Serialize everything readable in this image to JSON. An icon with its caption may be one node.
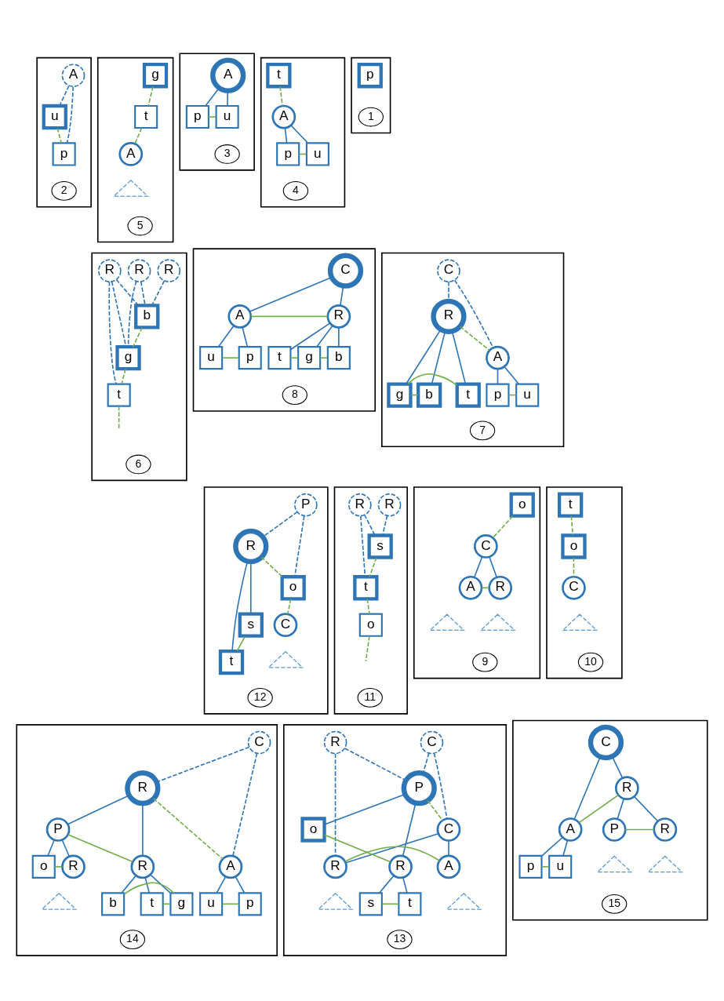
{
  "diagram": {
    "nodes": [
      {
        "text": [],
        "shape": "box"
      },
      {
        "text": [
          "p"
        ],
        "in": 0
      },
      {
        "text": [
          "1"
        ],
        "in": 0
      },
      {
        "text": [],
        "shape": "box"
      },
      {
        "text": [
          "A"
        ],
        "in": 3
      },
      {
        "text": [
          "u"
        ],
        "in": 3
      },
      {
        "text": [
          "p"
        ],
        "in": 3
      },
      {
        "text": [
          "2"
        ],
        "in": 3
      },
      {
        "text": [],
        "shape": "box"
      },
      {
        "text": [
          "A"
        ],
        "in": 8
      },
      {
        "text": [
          "p"
        ],
        "in": 8
      },
      {
        "text": [
          "u"
        ],
        "in": 8
      },
      {
        "text": [
          "3"
        ],
        "in": 8
      },
      {
        "text": [],
        "shape": "box"
      },
      {
        "text": [
          "t"
        ],
        "in": 13
      },
      {
        "text": [
          "A"
        ],
        "in": 13
      },
      {
        "text": [
          "p"
        ],
        "in": 13
      },
      {
        "text": [
          "u"
        ],
        "in": 13
      },
      {
        "text": [
          "4"
        ],
        "in": 13
      },
      {
        "text": [],
        "shape": "box"
      },
      {
        "text": [
          "g"
        ],
        "in": 19
      },
      {
        "text": [
          "t"
        ],
        "in": 19
      },
      {
        "text": [
          "A"
        ],
        "in": 19
      },
      {
        "text": [],
        "shape": "triangle",
        "in": 19
      },
      {
        "text": [
          "5"
        ],
        "in": 19
      },
      {
        "text": [],
        "shape": "box"
      },
      {
        "text": [
          "R"
        ],
        "in": 25
      },
      {
        "text": [
          "R"
        ],
        "in": 25
      },
      {
        "text": [
          "b"
        ],
        "in": 25
      },
      {
        "text": [
          "R"
        ],
        "in": 25
      },
      {
        "text": [
          "g"
        ],
        "in": 25
      },
      {
        "text": [
          "t"
        ],
        "in": 25
      },
      {
        "text": [
          "6"
        ],
        "in": 25
      },
      {
        "text": [],
        "shape": "box"
      },
      {
        "text": [
          "C"
        ],
        "in": 33
      },
      {
        "text": [
          "R"
        ],
        "in": 33
      },
      {
        "text": [
          "A"
        ],
        "in": 33
      },
      {
        "text": [
          "t"
        ],
        "in": 33
      },
      {
        "text": [
          "g"
        ],
        "in": 33
      },
      {
        "text": [
          "b"
        ],
        "in": 33
      },
      {
        "text": [
          "p"
        ],
        "in": 33
      },
      {
        "text": [
          "u"
        ],
        "in": 33
      },
      {
        "text": [
          "7"
        ],
        "in": 33
      },
      {
        "text": [],
        "shape": "box"
      },
      {
        "text": [
          "C"
        ],
        "in": 43
      },
      {
        "text": [
          "A"
        ],
        "in": 43
      },
      {
        "text": [
          "R"
        ],
        "in": 43
      },
      {
        "text": [
          "p"
        ],
        "in": 43
      },
      {
        "text": [
          "u"
        ],
        "in": 43
      },
      {
        "text": [
          "t"
        ],
        "in": 43
      },
      {
        "text": [
          "g"
        ],
        "in": 43
      },
      {
        "text": [
          "b"
        ],
        "in": 43
      },
      {
        "text": [
          "8"
        ],
        "in": 43
      },
      {
        "text": [],
        "shape": "box"
      },
      {
        "text": [
          "o"
        ],
        "in": 53
      },
      {
        "text": [
          "C"
        ],
        "in": 53
      },
      {
        "text": [
          "A"
        ],
        "in": 53
      },
      {
        "text": [
          "R"
        ],
        "in": 53
      },
      {
        "text": [],
        "shape": "triangle",
        "in": 53
      },
      {
        "text": [],
        "shape": "triangle",
        "in": 53
      },
      {
        "text": [
          "9"
        ],
        "in": 53
      },
      {
        "text": [],
        "shape": "box"
      },
      {
        "text": [
          "t"
        ],
        "in": 61
      },
      {
        "text": [
          "o"
        ],
        "in": 61
      },
      {
        "text": [
          "C"
        ],
        "in": 61
      },
      {
        "text": [],
        "shape": "triangle",
        "in": 61
      },
      {
        "text": [
          "10"
        ],
        "in": 61
      },
      {
        "text": [],
        "shape": "box"
      },
      {
        "text": [
          "R"
        ],
        "in": 67
      },
      {
        "text": [
          "R"
        ],
        "in": 67
      },
      {
        "text": [
          "s"
        ],
        "in": 67
      },
      {
        "text": [
          "t"
        ],
        "in": 67
      },
      {
        "text": [
          "o"
        ],
        "in": 67
      },
      {
        "text": [
          "11"
        ],
        "in": 67
      },
      {
        "text": [],
        "shape": "box"
      },
      {
        "text": [
          "P"
        ],
        "in": 74
      },
      {
        "text": [
          "R"
        ],
        "in": 74
      },
      {
        "text": [
          "o"
        ],
        "in": 74
      },
      {
        "text": [
          "t"
        ],
        "in": 74
      },
      {
        "text": [
          "s"
        ],
        "in": 74
      },
      {
        "text": [
          "C"
        ],
        "in": 74
      },
      {
        "text": [],
        "shape": "triangle",
        "in": 74
      },
      {
        "text": [
          "12"
        ],
        "in": 74
      },
      {
        "text": [],
        "shape": "box"
      },
      {
        "text": [
          "C"
        ],
        "in": 83
      },
      {
        "text": [
          "P"
        ],
        "in": 83
      },
      {
        "text": [
          "R"
        ],
        "in": 83
      },
      {
        "text": [
          "C"
        ],
        "in": 83
      },
      {
        "text": [
          "o"
        ],
        "in": 83
      },
      {
        "text": [
          "R"
        ],
        "in": 83
      },
      {
        "text": [
          "A"
        ],
        "in": 83
      },
      {
        "text": [
          "R"
        ],
        "in": 83
      },
      {
        "text": [
          "t"
        ],
        "in": 83
      },
      {
        "text": [
          "s"
        ],
        "in": 83
      },
      {
        "text": [],
        "shape": "triangle",
        "in": 83
      },
      {
        "text": [],
        "shape": "triangle",
        "in": 83
      },
      {
        "text": [
          "13"
        ],
        "in": 83
      },
      {
        "text": [],
        "shape": "box"
      },
      {
        "text": [
          "C"
        ],
        "in": 97
      },
      {
        "text": [
          "R"
        ],
        "in": 97
      },
      {
        "text": [
          "A"
        ],
        "in": 97
      },
      {
        "text": [
          "R"
        ],
        "in": 97
      },
      {
        "text": [
          "P"
        ],
        "in": 97
      },
      {
        "text": [
          "p"
        ],
        "in": 97
      },
      {
        "text": [
          "u"
        ],
        "in": 97
      },
      {
        "text": [
          "t"
        ],
        "in": 97
      },
      {
        "text": [
          "g"
        ],
        "in": 97
      },
      {
        "text": [
          "b"
        ],
        "in": 97
      },
      {
        "text": [
          "o"
        ],
        "in": 97
      },
      {
        "text": [
          "R"
        ],
        "in": 97
      },
      {
        "text": [],
        "shape": "triangle",
        "in": 97
      },
      {
        "text": [
          "14"
        ],
        "in": 97
      },
      {
        "text": [],
        "shape": "box"
      },
      {
        "text": [
          "C"
        ],
        "in": 112
      },
      {
        "text": [
          "A"
        ],
        "in": 112
      },
      {
        "text": [
          "R"
        ],
        "in": 112
      },
      {
        "text": [
          "p"
        ],
        "in": 112
      },
      {
        "text": [
          "u"
        ],
        "in": 112
      },
      {
        "text": [
          "R"
        ],
        "in": 112
      },
      {
        "text": [
          "P"
        ],
        "in": 112
      },
      {
        "text": [],
        "shape": "triangle",
        "in": 112
      },
      {
        "text": [],
        "shape": "triangle",
        "in": 112
      },
      {
        "text": [
          "15"
        ],
        "in": 112
      }
    ],
    "edges": [
      {
        "from": 4,
        "to": 5,
        "arrow": "none",
        "style": "dashed"
      },
      {
        "from": 4,
        "to": 6,
        "arrow": "none",
        "style": "dashed"
      },
      {
        "from": 5,
        "to": 6,
        "arrow": "none",
        "style": "dashed",
        "color": "#70ad47"
      },
      {
        "from": 9,
        "to": 10,
        "arrow": "none"
      },
      {
        "from": 9,
        "to": 11,
        "arrow": "none"
      },
      {
        "from": 10,
        "to": 11,
        "arrow": "none",
        "color": "#70ad47"
      },
      {
        "from": 14,
        "to": 15,
        "arrow": "none",
        "style": "dashed",
        "color": "#70ad47"
      },
      {
        "from": 15,
        "to": 16,
        "arrow": "none"
      },
      {
        "from": 15,
        "to": 17,
        "arrow": "none"
      },
      {
        "from": 16,
        "to": 17,
        "arrow": "none",
        "color": "#70ad47"
      },
      {
        "from": 20,
        "to": 21,
        "arrow": "none",
        "style": "dashed",
        "color": "#70ad47"
      },
      {
        "from": 21,
        "to": 22,
        "arrow": "none",
        "style": "dashed",
        "color": "#70ad47"
      },
      {
        "from": 26,
        "to": 28,
        "arrow": "none",
        "style": "dashed"
      },
      {
        "from": 27,
        "to": 28,
        "arrow": "none",
        "style": "dashed"
      },
      {
        "from": 27,
        "to": 30,
        "arrow": "none",
        "style": "dashed"
      },
      {
        "from": 29,
        "to": 28,
        "arrow": "none",
        "style": "dashed"
      },
      {
        "from": 29,
        "to": 30,
        "arrow": "none",
        "style": "dashed"
      },
      {
        "from": 29,
        "to": 31,
        "arrow": "none",
        "style": "dashed"
      },
      {
        "from": 28,
        "to": 30,
        "arrow": "none",
        "style": "dashed",
        "color": "#70ad47"
      },
      {
        "from": 30,
        "to": 31,
        "arrow": "none",
        "style": "dashed",
        "color": "#70ad47"
      },
      {
        "from": 31,
        "to": null,
        "arrow": "none",
        "style": "dashed",
        "color": "#70ad47"
      },
      {
        "from": 34,
        "to": 35,
        "arrow": "none",
        "style": "dashed"
      },
      {
        "from": 34,
        "to": 36,
        "arrow": "none",
        "style": "dashed"
      },
      {
        "from": 35,
        "to": 36,
        "arrow": "none",
        "style": "dashed",
        "color": "#70ad47"
      },
      {
        "from": 35,
        "to": 37,
        "arrow": "none"
      },
      {
        "from": 35,
        "to": 38,
        "arrow": "none"
      },
      {
        "from": 35,
        "to": 39,
        "arrow": "none"
      },
      {
        "from": 37,
        "to": 38,
        "arrow": "none",
        "color": "#70ad47"
      },
      {
        "from": 38,
        "to": 39,
        "arrow": "none",
        "color": "#70ad47"
      },
      {
        "from": 36,
        "to": 40,
        "arrow": "none"
      },
      {
        "from": 36,
        "to": 41,
        "arrow": "none"
      },
      {
        "from": 40,
        "to": 41,
        "arrow": "none",
        "color": "#70ad47"
      },
      {
        "from": 44,
        "to": 45,
        "arrow": "none"
      },
      {
        "from": 44,
        "to": 46,
        "arrow": "none"
      },
      {
        "from": 45,
        "to": 46,
        "arrow": "none",
        "color": "#70ad47"
      },
      {
        "from": 45,
        "to": 47,
        "arrow": "none"
      },
      {
        "from": 45,
        "to": 48,
        "arrow": "none"
      },
      {
        "from": 47,
        "to": 48,
        "arrow": "none",
        "color": "#70ad47"
      },
      {
        "from": 46,
        "to": 49,
        "arrow": "none"
      },
      {
        "from": 46,
        "to": 50,
        "arrow": "none"
      },
      {
        "from": 46,
        "to": 51,
        "arrow": "none"
      },
      {
        "from": 49,
        "to": 50,
        "arrow": "none",
        "color": "#70ad47"
      },
      {
        "from": 50,
        "to": 51,
        "arrow": "none",
        "color": "#70ad47"
      },
      {
        "from": 54,
        "to": 55,
        "arrow": "none",
        "style": "dashed",
        "color": "#70ad47"
      },
      {
        "from": 55,
        "to": 56,
        "arrow": "none"
      },
      {
        "from": 55,
        "to": 57,
        "arrow": "none"
      },
      {
        "from": 56,
        "to": 57,
        "arrow": "none",
        "color": "#70ad47"
      },
      {
        "from": 62,
        "to": 63,
        "arrow": "none",
        "style": "dashed",
        "color": "#70ad47"
      },
      {
        "from": 63,
        "to": 64,
        "arrow": "none",
        "style": "dashed",
        "color": "#70ad47"
      },
      {
        "from": 68,
        "to": 70,
        "arrow": "none",
        "style": "dashed"
      },
      {
        "from": 69,
        "to": 70,
        "arrow": "none",
        "style": "dashed"
      },
      {
        "from": 69,
        "to": 71,
        "arrow": "none",
        "style": "dashed"
      },
      {
        "from": 70,
        "to": 71,
        "arrow": "none",
        "style": "dashed",
        "color": "#70ad47"
      },
      {
        "from": 71,
        "to": 72,
        "arrow": "none",
        "style": "dashed",
        "color": "#70ad47"
      },
      {
        "from": 72,
        "to": null,
        "arrow": "none",
        "style": "dashed",
        "color": "#70ad47"
      },
      {
        "from": 75,
        "to": 76,
        "arrow": "none",
        "style": "dashed"
      },
      {
        "from": 75,
        "to": 77,
        "arrow": "none",
        "style": "dashed"
      },
      {
        "from": 76,
        "to": 77,
        "arrow": "none",
        "style": "dashed",
        "color": "#70ad47"
      },
      {
        "from": 77,
        "to": 80,
        "arrow": "none",
        "style": "dashed",
        "color": "#70ad47"
      },
      {
        "from": 76,
        "to": 78,
        "arrow": "none"
      },
      {
        "from": 76,
        "to": 79,
        "arrow": "none"
      },
      {
        "from": 78,
        "to": 79,
        "arrow": "none",
        "color": "#70ad47"
      },
      {
        "from": 84,
        "to": 85,
        "arrow": "none",
        "style": "dashed"
      },
      {
        "from": 84,
        "to": 87,
        "arrow": "none",
        "style": "dashed"
      },
      {
        "from": 86,
        "to": 85,
        "arrow": "none",
        "style": "dashed"
      },
      {
        "from": 86,
        "to": 91,
        "arrow": "none",
        "style": "dashed"
      },
      {
        "from": 85,
        "to": 87,
        "arrow": "none",
        "style": "dashed",
        "color": "#70ad47"
      },
      {
        "from": 85,
        "to": 88,
        "arrow": "none"
      },
      {
        "from": 85,
        "to": 89,
        "arrow": "none"
      },
      {
        "from": 88,
        "to": 89,
        "arrow": "none",
        "color": "#70ad47"
      },
      {
        "from": 87,
        "to": 90,
        "arrow": "none"
      },
      {
        "from": 87,
        "to": 91,
        "arrow": "none"
      },
      {
        "from": 90,
        "to": 91,
        "arrow": "none",
        "color": "#70ad47"
      },
      {
        "from": 89,
        "to": 92,
        "arrow": "none"
      },
      {
        "from": 89,
        "to": 93,
        "arrow": "none"
      },
      {
        "from": 92,
        "to": 93,
        "arrow": "none",
        "color": "#70ad47"
      },
      {
        "from": 98,
        "to": 99,
        "arrow": "none",
        "style": "dashed"
      },
      {
        "from": 98,
        "to": 100,
        "arrow": "none",
        "style": "dashed"
      },
      {
        "from": 99,
        "to": 100,
        "arrow": "none",
        "style": "dashed",
        "color": "#70ad47"
      },
      {
        "from": 99,
        "to": 101,
        "arrow": "none"
      },
      {
        "from": 99,
        "to": 102,
        "arrow": "none"
      },
      {
        "from": 101,
        "to": 102,
        "arrow": "none",
        "color": "#70ad47"
      },
      {
        "from": 100,
        "to": 103,
        "arrow": "none"
      },
      {
        "from": 100,
        "to": 104,
        "arrow": "none"
      },
      {
        "from": 103,
        "to": 104,
        "arrow": "none",
        "color": "#70ad47"
      },
      {
        "from": 101,
        "to": 105,
        "arrow": "none"
      },
      {
        "from": 101,
        "to": 106,
        "arrow": "none"
      },
      {
        "from": 101,
        "to": 107,
        "arrow": "none"
      },
      {
        "from": 105,
        "to": 106,
        "arrow": "none",
        "color": "#70ad47"
      },
      {
        "from": 106,
        "to": 107,
        "arrow": "none",
        "color": "#70ad47"
      },
      {
        "from": 102,
        "to": 108,
        "arrow": "none"
      },
      {
        "from": 102,
        "to": 109,
        "arrow": "none"
      },
      {
        "from": 108,
        "to": 109,
        "arrow": "none",
        "color": "#70ad47"
      },
      {
        "from": 113,
        "to": 114,
        "arrow": "none"
      },
      {
        "from": 113,
        "to": 115,
        "arrow": "none"
      },
      {
        "from": 114,
        "to": 115,
        "arrow": "none",
        "color": "#70ad47"
      },
      {
        "from": 114,
        "to": 116,
        "arrow": "none"
      },
      {
        "from": 114,
        "to": 117,
        "arrow": "none"
      },
      {
        "from": 116,
        "to": 117,
        "arrow": "none",
        "color": "#70ad47"
      },
      {
        "from": 115,
        "to": 118,
        "arrow": "none"
      },
      {
        "from": 115,
        "to": 119,
        "arrow": "none"
      },
      {
        "from": 118,
        "to": 119,
        "arrow": "none",
        "color": "#70ad47"
      }
    ]
  }
}
